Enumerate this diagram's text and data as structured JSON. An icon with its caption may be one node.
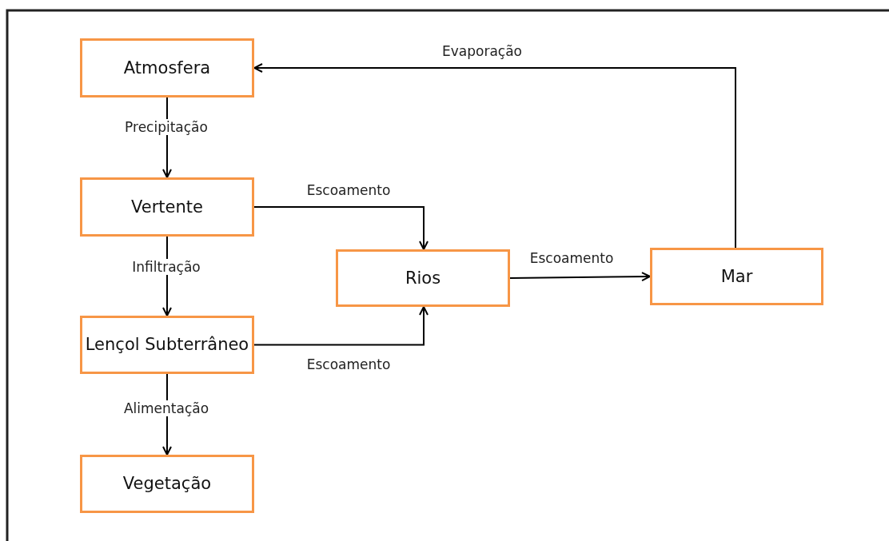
{
  "diagram": {
    "nodes": [
      {
        "text": [
          "Atmosfera"
        ]
      },
      {
        "text": [
          "Vertente"
        ]
      },
      {
        "text": [
          "Lençol Subterrâneo"
        ]
      },
      {
        "text": [
          "Vegetação"
        ]
      },
      {
        "text": [
          "Rios"
        ]
      },
      {
        "text": [
          "Mar"
        ]
      }
    ],
    "edges": [
      {
        "from": 0,
        "to": 1,
        "arrow": "to",
        "label": "Precipitação"
      },
      {
        "from": 1,
        "to": 2,
        "arrow": "to",
        "label": "Infiltração"
      },
      {
        "from": 2,
        "to": 3,
        "arrow": "to",
        "label": "Alimentação"
      },
      {
        "from": 1,
        "to": 4,
        "arrow": "to",
        "label": "Escoamento"
      },
      {
        "from": 2,
        "to": 4,
        "arrow": "to",
        "label": "Escoamento"
      },
      {
        "from": 4,
        "to": 5,
        "arrow": "to",
        "label": "Escoamento"
      },
      {
        "from": 5,
        "to": 0,
        "arrow": "to",
        "label": "Evaporação"
      }
    ]
  }
}
